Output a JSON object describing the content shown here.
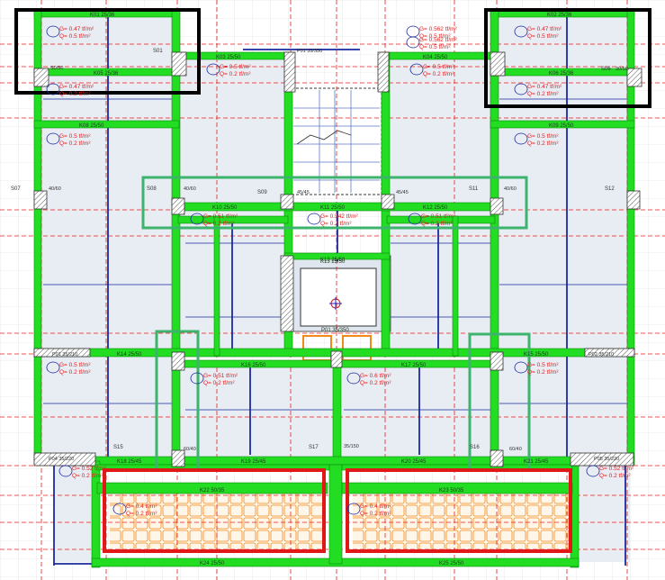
{
  "colors": {
    "beam": "#22dd22",
    "beam_edge": "#0a8a0a",
    "slab": "#e8edf4",
    "grid_red": "#e02020",
    "rebar_blue": "#1a2aa0",
    "load_text": "#e02020",
    "label_text": "#1a3a1a",
    "box_black": "#000000",
    "box_green": "#3cb46e",
    "box_red": "#e01818",
    "column_hatch": "#555555",
    "cad_grid": "#dcdcdc",
    "orange": "#f08a1a"
  },
  "beams": [
    {
      "id": "b1",
      "label": "K01 25/36"
    },
    {
      "id": "b2",
      "label": "K02 25/36"
    },
    {
      "id": "b3",
      "label": "K03 25/50"
    },
    {
      "id": "b4",
      "label": "K04 25/50"
    },
    {
      "id": "b5",
      "label": "K05 25/36"
    },
    {
      "id": "b6",
      "label": "K06 25/36"
    },
    {
      "id": "b7",
      "label": "K08 25/50"
    },
    {
      "id": "b8",
      "label": "K09 25/50"
    },
    {
      "id": "b9",
      "label": "K10 25/50"
    },
    {
      "id": "b10",
      "label": "K11 25/50"
    },
    {
      "id": "b11",
      "label": "K12 25/50"
    },
    {
      "id": "b12",
      "label": "K13 25/50"
    },
    {
      "id": "b13",
      "label": "K14 25/50"
    },
    {
      "id": "b14",
      "label": "K16 25/50"
    },
    {
      "id": "b15",
      "label": "K17 25/50"
    },
    {
      "id": "b16",
      "label": "K15 25/50"
    },
    {
      "id": "b17",
      "label": "K18 25/45"
    },
    {
      "id": "b18",
      "label": "K19 25/45"
    },
    {
      "id": "b19",
      "label": "K20 25/45"
    },
    {
      "id": "b20",
      "label": "K21 25/45"
    },
    {
      "id": "b21",
      "label": "K22 50/35"
    },
    {
      "id": "b22",
      "label": "K23 50/35"
    },
    {
      "id": "b23",
      "label": "K24 25/50"
    },
    {
      "id": "b24",
      "label": "K25 25/50"
    }
  ],
  "slabs": [
    {
      "id": "s1",
      "label": "S01"
    },
    {
      "id": "s2",
      "label": "S06"
    },
    {
      "id": "s3",
      "label": "S07"
    },
    {
      "id": "s4",
      "label": "S08"
    },
    {
      "id": "s5",
      "label": "S09"
    },
    {
      "id": "s6",
      "label": "S11"
    },
    {
      "id": "s7",
      "label": "S12"
    },
    {
      "id": "s8",
      "label": "S15"
    },
    {
      "id": "s9",
      "label": "S17"
    },
    {
      "id": "s10",
      "label": "S16"
    }
  ],
  "columns": [
    {
      "id": "c1",
      "label": "S0/50"
    },
    {
      "id": "c2",
      "label": "30/50"
    },
    {
      "id": "c3",
      "label": "40/60"
    },
    {
      "id": "c4",
      "label": "40/60"
    },
    {
      "id": "c5",
      "label": "40/60"
    },
    {
      "id": "c6",
      "label": "45/45"
    },
    {
      "id": "c7",
      "label": "45/45"
    },
    {
      "id": "c8",
      "label": "60/40"
    },
    {
      "id": "c9",
      "label": "60/40"
    },
    {
      "id": "c10",
      "label": "35/150"
    },
    {
      "id": "c11",
      "label": "P01 35/210"
    },
    {
      "id": "c12",
      "label": "P02 35/210"
    },
    {
      "id": "c13",
      "label": "P04 35/220"
    },
    {
      "id": "c14",
      "label": "P05 35/220"
    },
    {
      "id": "c15",
      "label": "P01 35/350"
    }
  ],
  "loads": [
    {
      "id": "l1",
      "g": "G= 0.47 tf/m²",
      "q": "Q= 0.5 tf/m²"
    },
    {
      "id": "l2",
      "g": "G= 0.562 tf/m²",
      "q": "Q= 0.5 tf/m²"
    },
    {
      "id": "l3",
      "g": "G= 0.562 tf/m²",
      "q": "Q= 0.5 tf/m²"
    },
    {
      "id": "l4",
      "g": "G= 0.47 tf/m²",
      "q": "Q= 0.5 tf/m²"
    },
    {
      "id": "l5",
      "g": "G= 0.5 tf/m²",
      "q": "Q= 0.2 tf/m²"
    },
    {
      "id": "l6",
      "g": "G= 0.5 tf/m²",
      "q": "Q= 0.2 tf/m²"
    },
    {
      "id": "l7",
      "g": "G= 0.47 tf/m²",
      "q": "Q= 0.2 tf/m²"
    },
    {
      "id": "l8",
      "g": "G= 0.47 tf/m²",
      "q": "Q= 0.2 tf/m²"
    },
    {
      "id": "l9",
      "g": "G= 0.5 tf/m²",
      "q": "Q= 0.2 tf/m²"
    },
    {
      "id": "l10",
      "g": "G= 0.5 tf/m²",
      "q": "Q= 0.2 tf/m²"
    },
    {
      "id": "l11",
      "g": "G= 0.51 tf/m²",
      "q": "Q= 0.2 tf/m²"
    },
    {
      "id": "l12",
      "g": "G= 0.542 tf/m²",
      "q": "Q= 0.2 tf/m²"
    },
    {
      "id": "l13",
      "g": "G= 0.51 tf/m²",
      "q": "Q= 0.2 tf/m²"
    },
    {
      "id": "l14",
      "g": "G= 0.5 tf/m²",
      "q": "Q= 0.2 tf/m²"
    },
    {
      "id": "l15",
      "g": "G= 0.51 tf/m²",
      "q": "Q= 0.2 tf/m²"
    },
    {
      "id": "l16",
      "g": "G= 0.6 tf/m²",
      "q": "Q= 0.2 tf/m²"
    },
    {
      "id": "l17",
      "g": "G= 0.5 tf/m²",
      "q": "Q= 0.2 tf/m²"
    },
    {
      "id": "l18",
      "g": "G= 0.52 tf/m²",
      "q": "Q= 0.2 tf/m²"
    },
    {
      "id": "l19",
      "g": "G= 0.52 tf/m²",
      "q": "Q= 0.2 tf/m²"
    },
    {
      "id": "l20",
      "g": "G= 0.4 tf/m²",
      "q": "Q= 0.2 tf/m²"
    },
    {
      "id": "l21",
      "g": "G= 0.4 tf/m²",
      "q": "Q= 0.2 tf/m²"
    }
  ],
  "annotations": {
    "stair_label": "K13 25/50",
    "shaft_label": "P01 35/350"
  }
}
